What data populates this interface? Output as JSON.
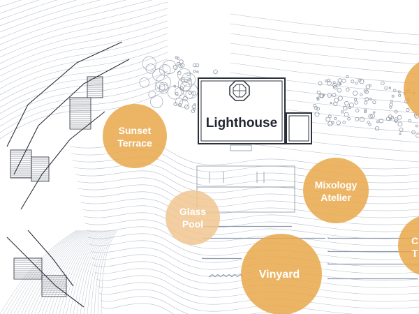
{
  "map": {
    "colors": {
      "marker": "#e9a84a",
      "marker_faded": "#f0c690",
      "label_on_marker": "#ffffff",
      "building_stroke": "#2a2f3a",
      "building_label": "#222733",
      "contour": "#b7bfca",
      "plant": "#8e98a6",
      "vine": "#8f9ab0"
    },
    "building": {
      "label": "Lighthouse",
      "icon": "octagon-skylight-icon"
    },
    "points_of_interest": [
      {
        "id": "sunset-terrace",
        "lines": [
          "Sunset",
          "Terrace"
        ]
      },
      {
        "id": "glass-pool",
        "lines": [
          "Glass",
          "Pool"
        ]
      },
      {
        "id": "mixology-atelier",
        "lines": [
          "Mixology",
          "Atelier"
        ]
      },
      {
        "id": "vinyard",
        "lines": [
          "Vinyard"
        ]
      },
      {
        "id": "partial-right-lower",
        "lines": [
          "C",
          "T"
        ]
      }
    ]
  }
}
